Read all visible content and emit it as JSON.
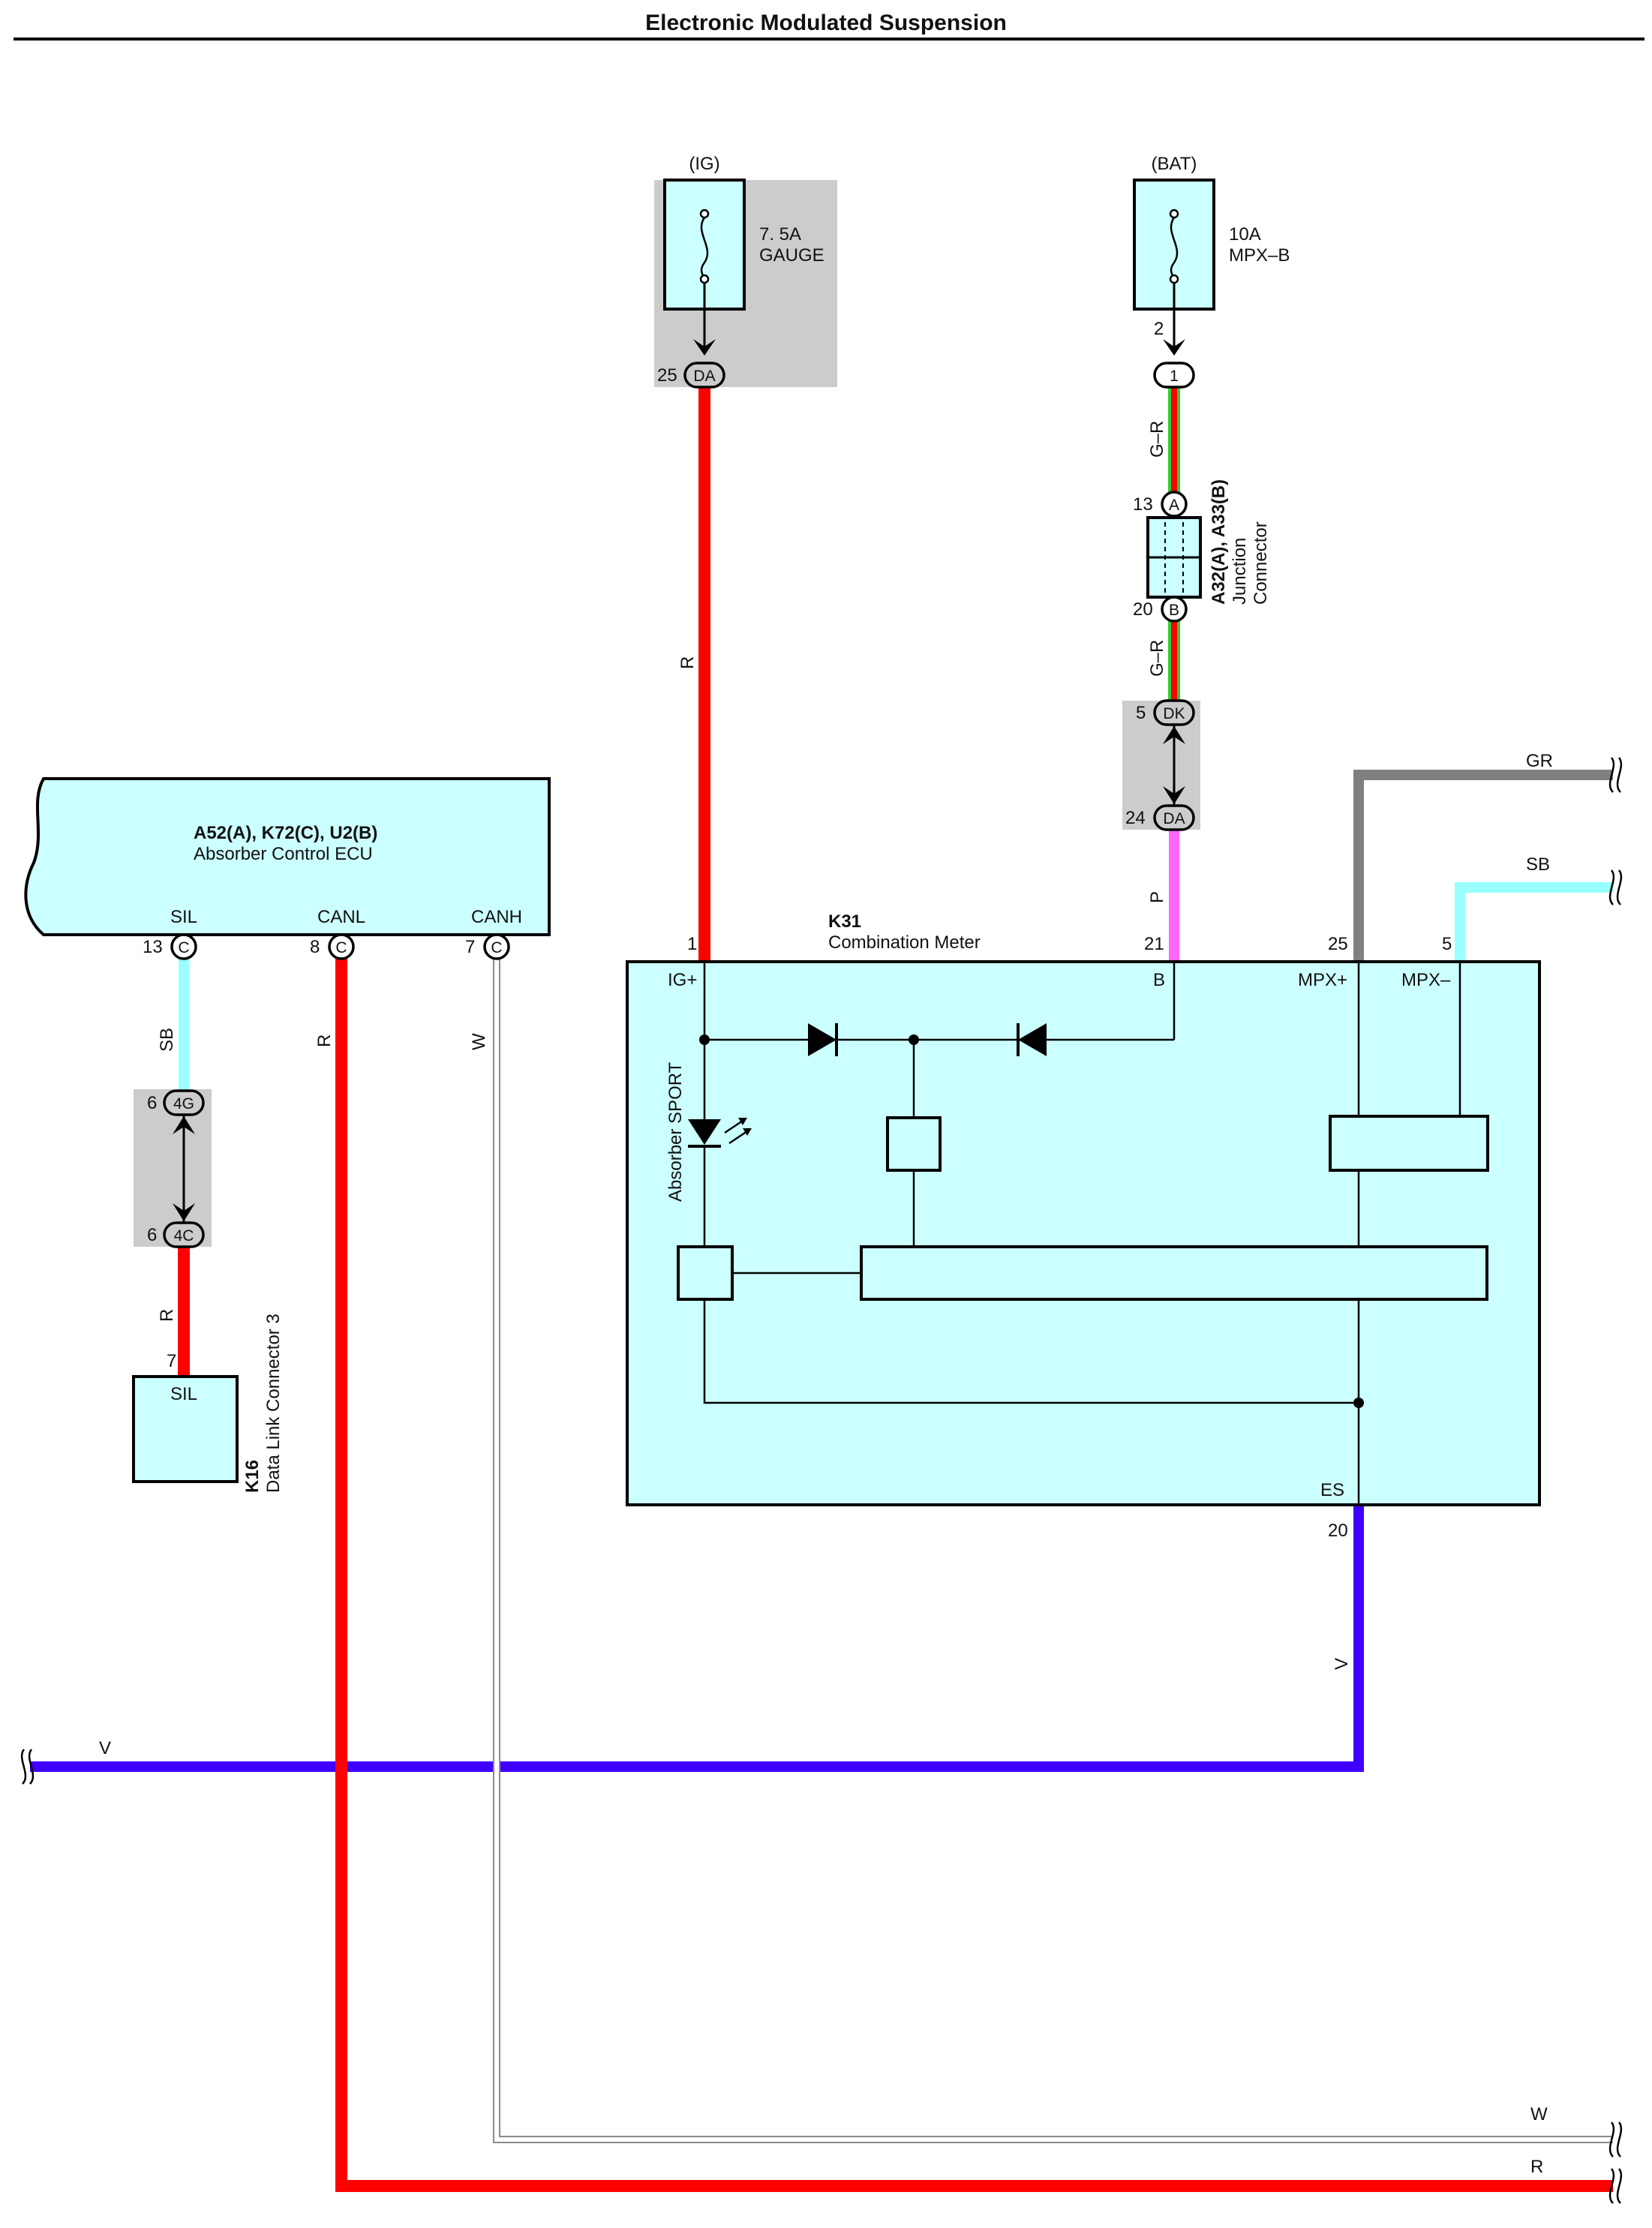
{
  "title": "Electronic Modulated Suspension",
  "colors": {
    "component_fill": "#ccffff",
    "connector_shade": "#cccccc",
    "wire_R": "#ff0000",
    "wire_V": "#4000ff",
    "wire_P": "#ff66ff",
    "wire_SB": "#99ffff",
    "wire_GR": "#808080",
    "wire_W": "#b0b0b0",
    "wire_G_R_green": "#33cc33"
  },
  "fuses": {
    "ig": {
      "source": "(IG)",
      "rating": "7. 5A",
      "name": "GAUGE",
      "pin": "25",
      "connector": "DA"
    },
    "bat": {
      "source": "(BAT)",
      "rating": "10A",
      "name": "MPX–B",
      "pin_top": "2",
      "connector": "1"
    }
  },
  "junction": {
    "id": "A32(A), A33(B)",
    "name_line1": "Junction",
    "name_line2": "Connector",
    "pin_a": "13",
    "conn_a": "A",
    "pin_b": "20",
    "conn_b": "B"
  },
  "dk_connector": {
    "pin_top": "5",
    "conn_top": "DK",
    "pin_bottom": "24",
    "conn_bottom": "DA"
  },
  "ecu": {
    "id": "A52(A), K72(C), U2(B)",
    "name": "Absorber Control ECU",
    "terminals": [
      {
        "label": "SIL",
        "pin": "13",
        "conn": "C"
      },
      {
        "label": "CANL",
        "pin": "8",
        "conn": "C"
      },
      {
        "label": "CANH",
        "pin": "7",
        "conn": "C"
      }
    ]
  },
  "meter": {
    "id": "K31",
    "name": "Combination Meter",
    "pins": {
      "ig": "1",
      "b": "21",
      "mpx_plus": "25",
      "mpx_minus": "5",
      "es": "20"
    },
    "terminals": {
      "ig": "IG+",
      "b": "B",
      "mpx_plus": "MPX+",
      "mpx_minus": "MPX–",
      "es": "ES"
    },
    "indicator": "Absorber SPORT"
  },
  "j4": {
    "pin_top": "6",
    "conn_top": "4G",
    "pin_bottom": "6",
    "conn_bottom": "4C"
  },
  "dlc": {
    "id": "K16",
    "name": "Data Link Connector 3",
    "pin": "7",
    "terminal": "SIL"
  },
  "wires": {
    "ig_r": "R",
    "g_r_top": "G–R",
    "g_r_bottom": "G–R",
    "p": "P",
    "gr": "GR",
    "sb_right": "SB",
    "sil_sb": "SB",
    "canl_r": "R",
    "canh_w": "W",
    "dlc_r": "R",
    "es_v": "V",
    "bus_v": "V",
    "bus_w": "W",
    "bus_r": "R"
  }
}
